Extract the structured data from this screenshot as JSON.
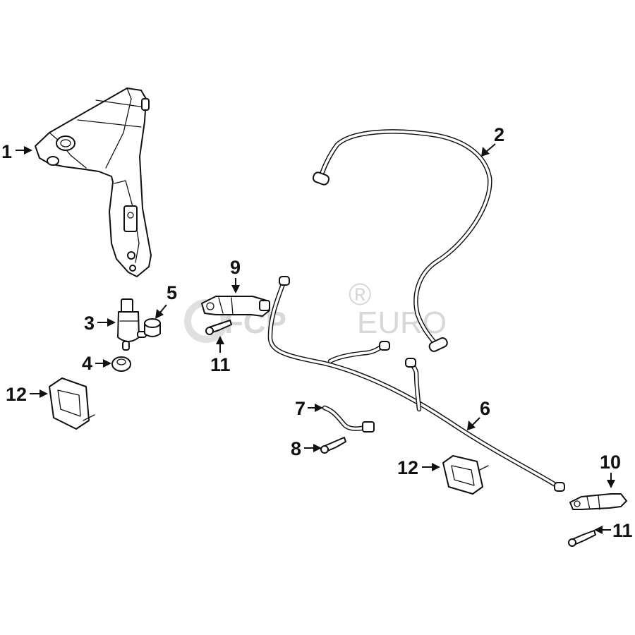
{
  "watermark": {
    "brand_bold": "FCP",
    "brand_light": "EURO",
    "registered_mark": "®",
    "color": "#d8d8d8"
  },
  "callouts": [
    {
      "id": "c1",
      "label": "1"
    },
    {
      "id": "c2",
      "label": "2"
    },
    {
      "id": "c3",
      "label": "3"
    },
    {
      "id": "c4",
      "label": "4"
    },
    {
      "id": "c5",
      "label": "5"
    },
    {
      "id": "c6",
      "label": "6"
    },
    {
      "id": "c7",
      "label": "7"
    },
    {
      "id": "c8",
      "label": "8"
    },
    {
      "id": "c9",
      "label": "9"
    },
    {
      "id": "c10",
      "label": "10"
    },
    {
      "id": "c11a",
      "label": "11"
    },
    {
      "id": "c11b",
      "label": "11"
    },
    {
      "id": "c12a",
      "label": "12"
    },
    {
      "id": "c12b",
      "label": "12"
    }
  ],
  "colors": {
    "line": "#111111",
    "background": "#ffffff"
  }
}
